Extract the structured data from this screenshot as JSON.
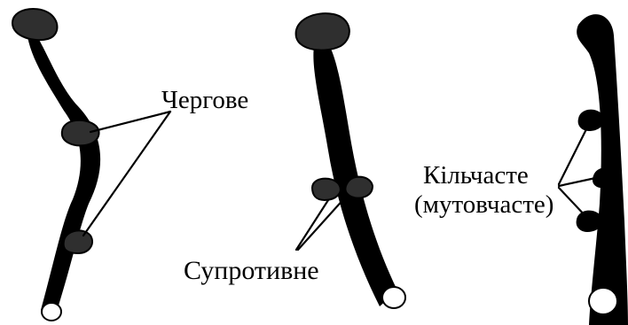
{
  "labels": {
    "alternate": "Чергове",
    "opposite": "Супротивне",
    "whorled": "Кільчасте",
    "whorled_alt": "(мутовчасте)"
  },
  "colors": {
    "stem": "#000000",
    "bud": "#333333",
    "cut_surface": "#ffffff",
    "background": "#ffffff"
  }
}
